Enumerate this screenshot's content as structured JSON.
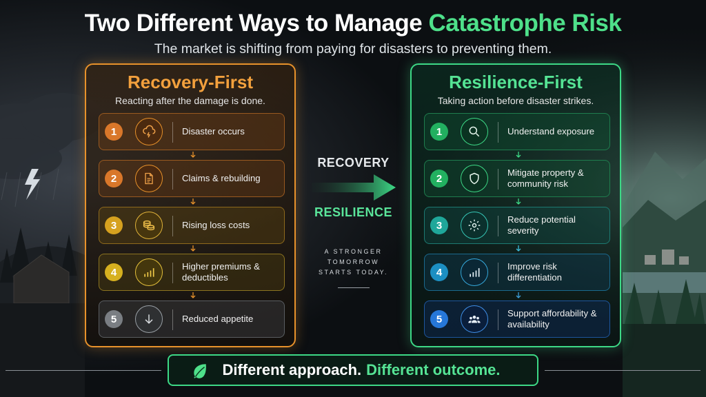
{
  "title": {
    "part1": "Two Different Ways to Manage ",
    "part2": "Catastrophe Risk"
  },
  "subtitle": "The market is shifting from paying for disasters to preventing them.",
  "left_panel": {
    "title": "Recovery-First",
    "subtitle": "Reacting after the damage is done.",
    "steps": [
      {
        "number": "1",
        "label": "Disaster occurs",
        "icon": "storm-cloud-icon",
        "color": "#d9772a"
      },
      {
        "number": "2",
        "label": "Claims & rebuilding",
        "icon": "document-icon",
        "color": "#d9772a"
      },
      {
        "number": "3",
        "label": "Rising loss costs",
        "icon": "coins-icon",
        "color": "#d6a11f"
      },
      {
        "number": "4",
        "label": "Higher premiums & deductibles",
        "icon": "bar-chart-icon",
        "color": "#d6b01f"
      },
      {
        "number": "5",
        "label": "Reduced appetite",
        "icon": "arrow-down-icon",
        "color": "#7a7e83"
      }
    ]
  },
  "right_panel": {
    "title": "Resilience-First",
    "subtitle": "Taking action before disaster strikes.",
    "steps": [
      {
        "number": "1",
        "label": "Understand exposure",
        "icon": "magnifier-icon",
        "color": "#22b060"
      },
      {
        "number": "2",
        "label": "Mitigate property & community risk",
        "icon": "shield-icon",
        "color": "#22b060"
      },
      {
        "number": "3",
        "label": "Reduce potential severity",
        "icon": "gear-icon",
        "color": "#1fa79a"
      },
      {
        "number": "4",
        "label": "Improve risk differentiation",
        "icon": "bar-chart-icon",
        "color": "#1c8fc2"
      },
      {
        "number": "5",
        "label": "Support affordability & availability",
        "icon": "people-icon",
        "color": "#2677d8"
      }
    ]
  },
  "middle": {
    "top_label": "RECOVERY",
    "bottom_label": "RESILIENCE",
    "tagline": [
      "A STRONGER",
      "TOMORROW",
      "STARTS TODAY."
    ]
  },
  "banner": {
    "part1": "Different approach.",
    "part2": "Different outcome."
  },
  "colors": {
    "accent_orange": "#e8922b",
    "accent_green": "#3dd986",
    "background": "#0c0f12"
  }
}
